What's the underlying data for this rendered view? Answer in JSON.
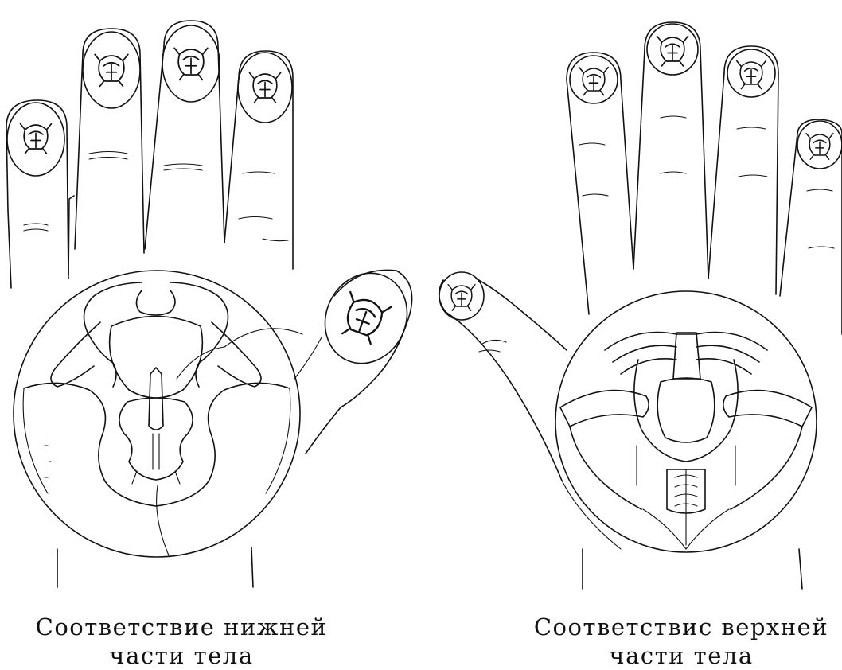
{
  "figure": {
    "left_hand": {
      "caption_line1": "Соответствие нижней",
      "caption_line2": "части тела"
    },
    "right_hand": {
      "caption_line1": "Соответствис верхней",
      "caption_line2": "части тела"
    }
  },
  "colors": {
    "ink": "#111111",
    "paper": "#ffffff"
  }
}
